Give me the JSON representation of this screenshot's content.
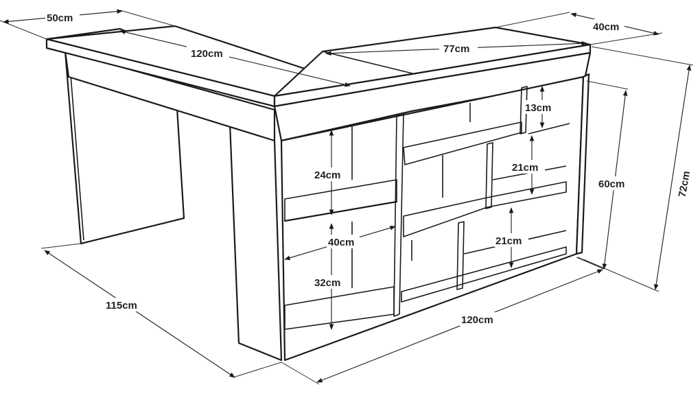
{
  "dimensions": {
    "top_left_depth": "50cm",
    "top_left_width": "120cm",
    "top_right_width": "77cm",
    "top_right_depth": "40cm",
    "total_height": "72cm",
    "shelf_height": "60cm",
    "top_compartment": "13cm",
    "right_upper_compartment": "21cm",
    "right_lower_compartment": "21cm",
    "left_upper_compartment": "24cm",
    "left_lower_compartment": "32cm",
    "left_compartment_width": "40cm",
    "base_length": "115cm",
    "base_width": "120cm"
  }
}
